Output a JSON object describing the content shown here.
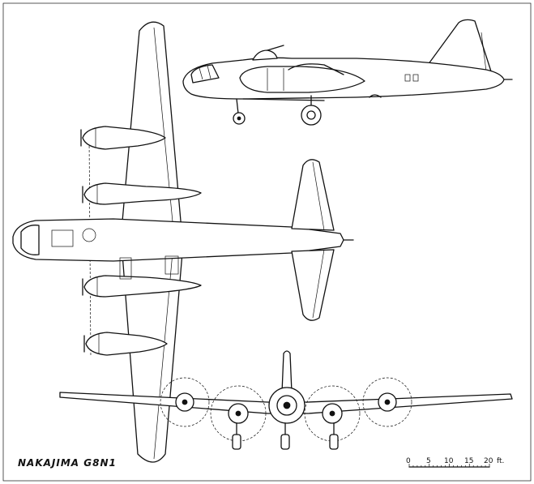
{
  "title": "NAKAJIMA G8N1",
  "scale": {
    "labels": [
      "0",
      "5",
      "10",
      "15",
      "20"
    ],
    "unit": "ft."
  }
}
